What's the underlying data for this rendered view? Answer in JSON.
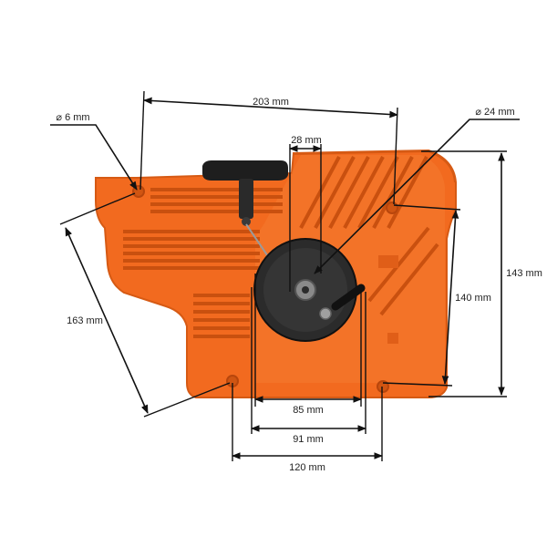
{
  "dimensions": {
    "overall_width": "203 mm",
    "hole_diameter": "⌀ 6 mm",
    "hub_diameter": "⌀ 24 mm",
    "hub_width": "28 mm",
    "overall_height": "143 mm",
    "hole_spacing_vertical": "140 mm",
    "hole_spacing_diagonal": "163 mm",
    "inner_width": "85 mm",
    "pulley_width": "91 mm",
    "hole_spacing_horizontal": "120 mm"
  },
  "colors": {
    "housing": "#f26a1f",
    "housing_shadow": "#c9500f",
    "pulley": "#2b2b2b",
    "handle": "#1e1e1e",
    "dimension_lines": "#111111"
  }
}
